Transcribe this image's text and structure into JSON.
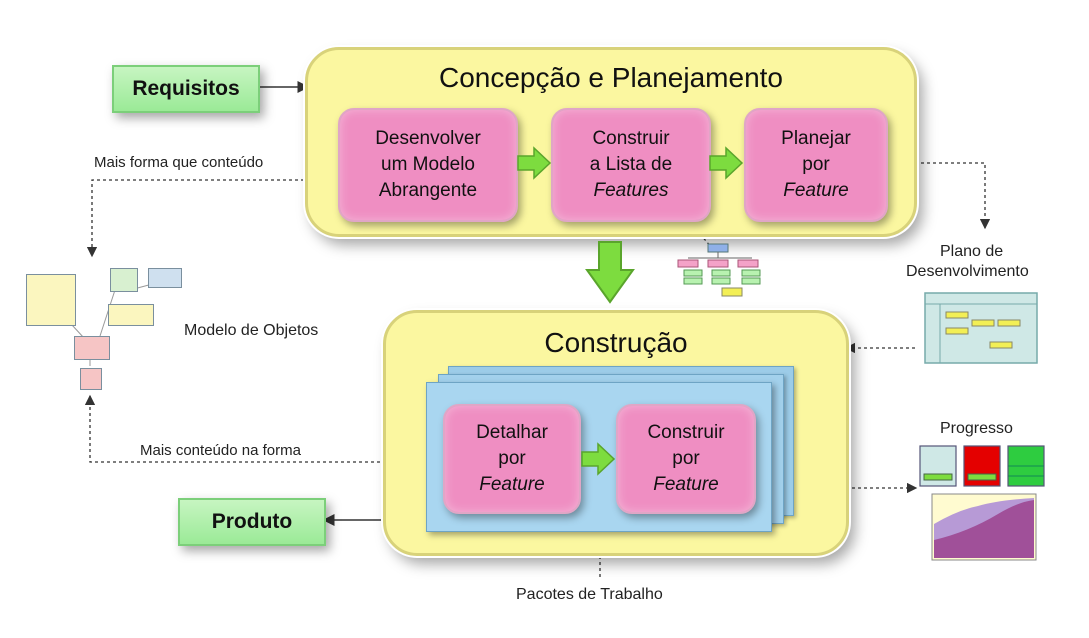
{
  "panels": {
    "concepcao": {
      "title": "Concepção e Planejamento"
    },
    "construcao": {
      "title": "Construção"
    }
  },
  "boxes": {
    "requisitos": "Requisitos",
    "produto": "Produto",
    "desenvolver": {
      "line1": "Desenvolver",
      "line2": "um Modelo",
      "line3": "Abrangente"
    },
    "construir_lista": {
      "line1": "Construir",
      "line2": "a Lista de",
      "line3": "Features"
    },
    "planejar": {
      "line1": "Planejar",
      "line2": "por",
      "line3": "Feature"
    },
    "detalhar": {
      "line1": "Detalhar",
      "line2": "por",
      "line3": "Feature"
    },
    "construir_feature": {
      "line1": "Construir",
      "line2": "por",
      "line3": "Feature"
    }
  },
  "labels": {
    "mais_forma": "Mais forma que conteúdo",
    "mais_conteudo": "Mais conteúdo na forma",
    "modelo_objetos": "Modelo de Objetos",
    "plano_line1": "Plano de",
    "plano_line2": "Desenvolvimento",
    "progresso": "Progresso",
    "pacotes": "Pacotes de Trabalho"
  },
  "colors": {
    "panel_fill": "#fbf7a0",
    "process_box": "#ef8ec2",
    "input_output_box": "#a6ee9f",
    "arrow_green": "#7ddc3f",
    "stack_blue": "#a9d6f0"
  }
}
